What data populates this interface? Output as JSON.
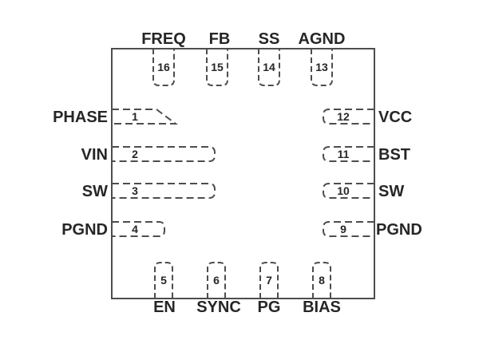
{
  "diagram": {
    "type": "ic-pinout",
    "package_shape": "square-16-pin",
    "colors": {
      "background": "#ffffff",
      "line": "#4d4d4d",
      "text": "#262626"
    },
    "pins": {
      "top": [
        {
          "number": "16",
          "name": "FREQ"
        },
        {
          "number": "15",
          "name": "FB"
        },
        {
          "number": "14",
          "name": "SS"
        },
        {
          "number": "13",
          "name": "AGND"
        }
      ],
      "left": [
        {
          "number": "1",
          "name": "PHASE"
        },
        {
          "number": "2",
          "name": "VIN"
        },
        {
          "number": "3",
          "name": "SW"
        },
        {
          "number": "4",
          "name": "PGND"
        }
      ],
      "right": [
        {
          "number": "12",
          "name": "VCC"
        },
        {
          "number": "11",
          "name": "BST"
        },
        {
          "number": "10",
          "name": "SW"
        },
        {
          "number": "9",
          "name": "PGND"
        }
      ],
      "bottom": [
        {
          "number": "5",
          "name": "EN"
        },
        {
          "number": "6",
          "name": "SYNC"
        },
        {
          "number": "7",
          "name": "PG"
        },
        {
          "number": "8",
          "name": "BIAS"
        }
      ]
    }
  }
}
